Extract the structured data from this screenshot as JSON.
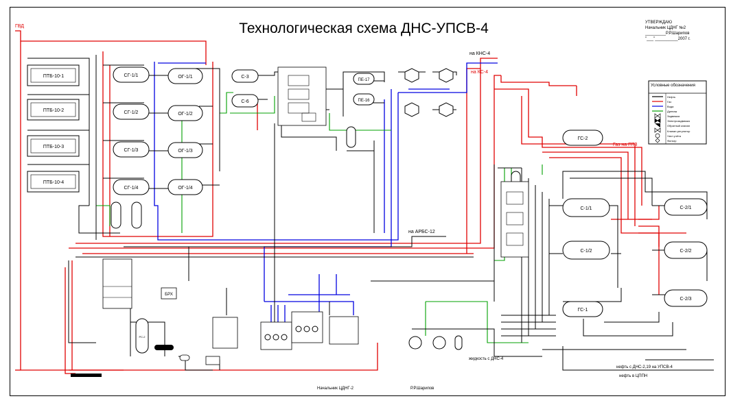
{
  "title": "Технологическая схема ДНС-УПСВ-4",
  "approval": {
    "line1": "УТВЕРЖДАЮ",
    "line2": "Начальник ЦДНГ №2",
    "line3": "_________Р.Р.Шарипов",
    "line4": "\"___\"__________2007 г."
  },
  "legend": {
    "heading": "Условные обозначения",
    "items": [
      {
        "label": "Нефть",
        "color": "#000000"
      },
      {
        "label": "Газ",
        "color": "#e00000"
      },
      {
        "label": "Вода",
        "color": "#0000e0"
      },
      {
        "label": "Дренаж",
        "color": "#00a000"
      },
      {
        "label": "Задвижка",
        "color": "#000000"
      },
      {
        "label": "Электрозадвижка",
        "color": "#000000"
      },
      {
        "label": "Обратный клапан",
        "color": "#000000"
      },
      {
        "label": "Клапан-регулятор",
        "color": "#000000"
      },
      {
        "label": "Узел учёта",
        "color": "#000000"
      },
      {
        "label": "Фильтр",
        "color": "#000000"
      }
    ]
  },
  "heaters": [
    "ПТБ-10-1",
    "ПТБ-10-2",
    "ПТБ-10-3",
    "ПТБ-10-4"
  ],
  "separators_sg": [
    "СГ-1/1",
    "СГ-1/2",
    "СГ-1/3",
    "СГ-1/4"
  ],
  "separators_og": [
    "ОГ-1/1",
    "ОГ-1/2",
    "ОГ-1/3",
    "ОГ-1/4"
  ],
  "vessels": {
    "c3": "С-3",
    "c6": "С-6",
    "pe17": "ПЕ-17",
    "pe16": "ПЕ-16",
    "gs2": "ГС-2",
    "c11": "С-1/1",
    "c12": "С-1/2",
    "c21": "С-2/1",
    "c22": "С-2/2",
    "c23": "С-2/3",
    "gs1": "ГС-1",
    "rs2": "РС-2",
    "brx": "БРХ"
  },
  "flows": {
    "knc": "на КНС-4",
    "kc": "на КС-4",
    "gas_ptz": "Газ на ПТЗ",
    "arbc": "на АРБС-12",
    "liquid_dns": "жидкость с ДНС-4",
    "oil_dns": "нефть с ДНС-2,19 на УПСВ-4",
    "oil_cpn": "нефть в ЦППН",
    "inlet": "ГВД"
  },
  "footer": {
    "position": "Начальник ЦДНГ-2",
    "name": "Р.Р.Шарипов"
  },
  "colors": {
    "oil": "#000000",
    "gas": "#e00000",
    "water": "#0000e0",
    "drain": "#00a000"
  }
}
